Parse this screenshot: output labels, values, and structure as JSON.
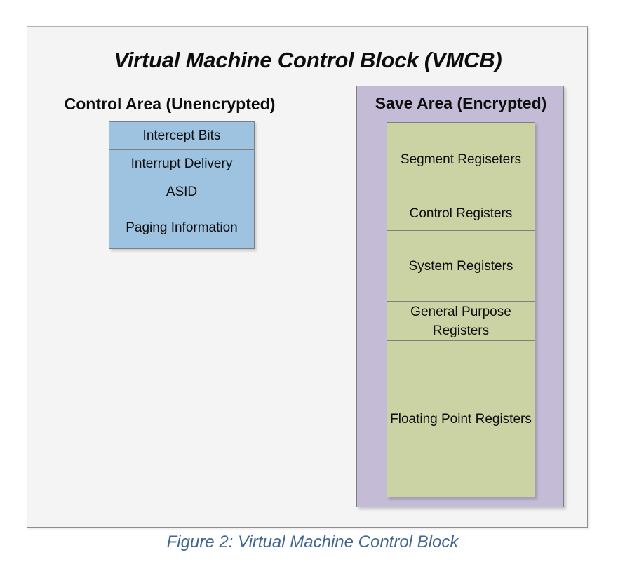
{
  "figure": {
    "title": "Virtual Machine Control Block (VMCB)",
    "caption": "Figure 2: Virtual Machine Control Block"
  },
  "control_area": {
    "heading": "Control Area (Unencrypted)",
    "fill_color": "#9dc3e0",
    "boxes": [
      {
        "label": "Intercept Bits"
      },
      {
        "label": "Interrupt Delivery"
      },
      {
        "label": "ASID"
      },
      {
        "label": "Paging Information"
      }
    ]
  },
  "save_area": {
    "heading": "Save Area (Encrypted)",
    "panel_color": "#c4bcd7",
    "fill_color": "#cbd2a3",
    "boxes": [
      {
        "label": "Segment Regiseters"
      },
      {
        "label": "Control Registers"
      },
      {
        "label": "System Registers"
      },
      {
        "label": "General Purpose Registers"
      },
      {
        "label": "Floating Point Registers"
      }
    ]
  }
}
